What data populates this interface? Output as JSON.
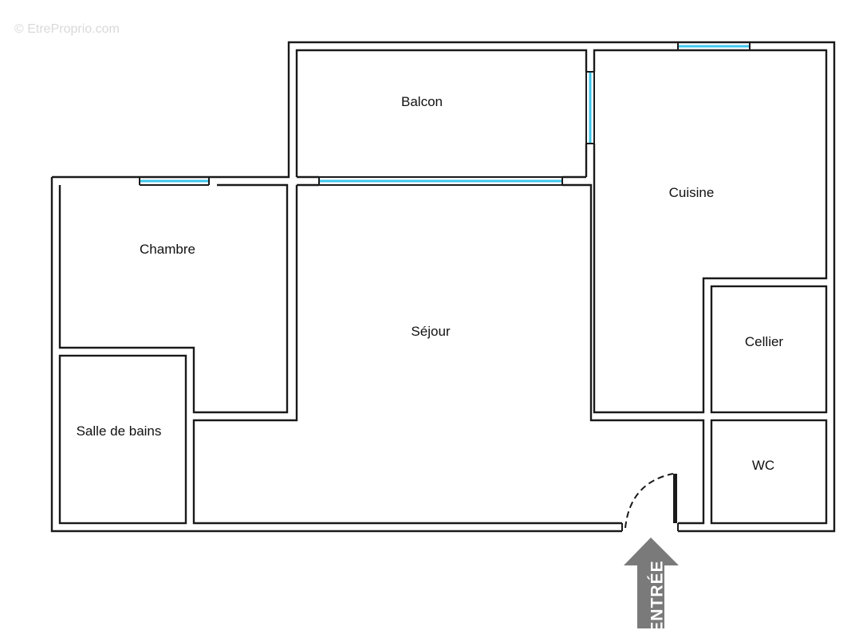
{
  "watermark": "© EtreProprio.com",
  "rooms": {
    "balcon": "Balcon",
    "cuisine": "Cuisine",
    "chambre": "Chambre",
    "sejour": "Séjour",
    "cellier": "Cellier",
    "salle_de_bains": "Salle de bains",
    "wc": "WC"
  },
  "entrance": {
    "label": "ENTRÉE"
  },
  "colors": {
    "wall": "#1a1a1a",
    "window_glass": "#3ec6ea",
    "arrow": "#7a7a7a",
    "watermark": "#d9d9d9"
  }
}
